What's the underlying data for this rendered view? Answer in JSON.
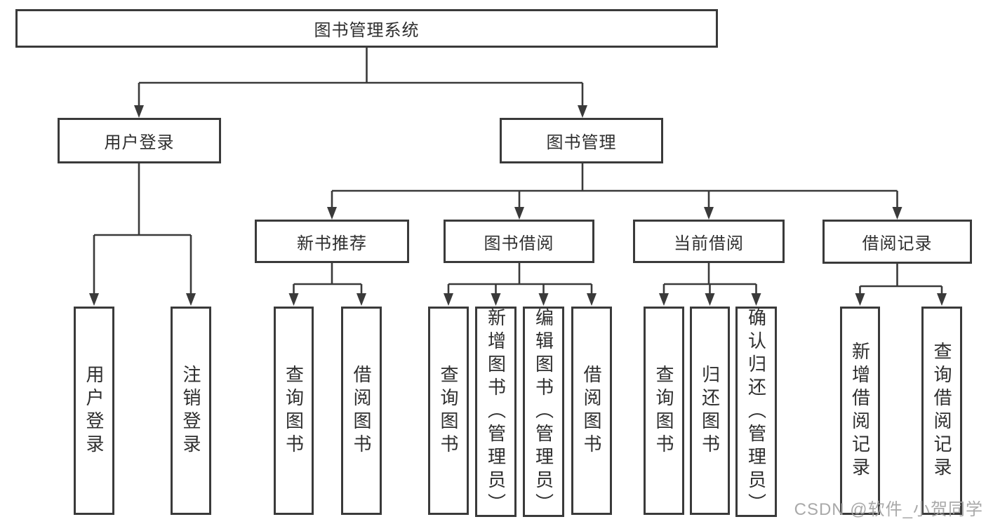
{
  "tree": {
    "root": {
      "label": "图书管理系统"
    },
    "level1": [
      {
        "label": "用户登录",
        "leaves": [
          "用户登录",
          "注销登录"
        ]
      },
      {
        "label": "图书管理",
        "groups": [
          {
            "label": "新书推荐",
            "leaves": [
              "查询图书",
              "借阅图书"
            ]
          },
          {
            "label": "图书借阅",
            "leaves": [
              "查询图书",
              "新增图书（管理员）",
              "编辑图书（管理员）",
              "借阅图书"
            ]
          },
          {
            "label": "当前借阅",
            "leaves": [
              "查询图书",
              "归还图书",
              "确认归还（管理员）"
            ]
          },
          {
            "label": "借阅记录",
            "leaves": [
              "新增借阅记录",
              "查询借阅记录"
            ]
          }
        ]
      }
    ]
  },
  "watermark": {
    "text": "CSDN @软件_小贺同学"
  },
  "colors": {
    "line": "#3a3a3a",
    "text": "#2e2e2e",
    "watermark": "#a0a0a0",
    "background": "#ffffff"
  }
}
